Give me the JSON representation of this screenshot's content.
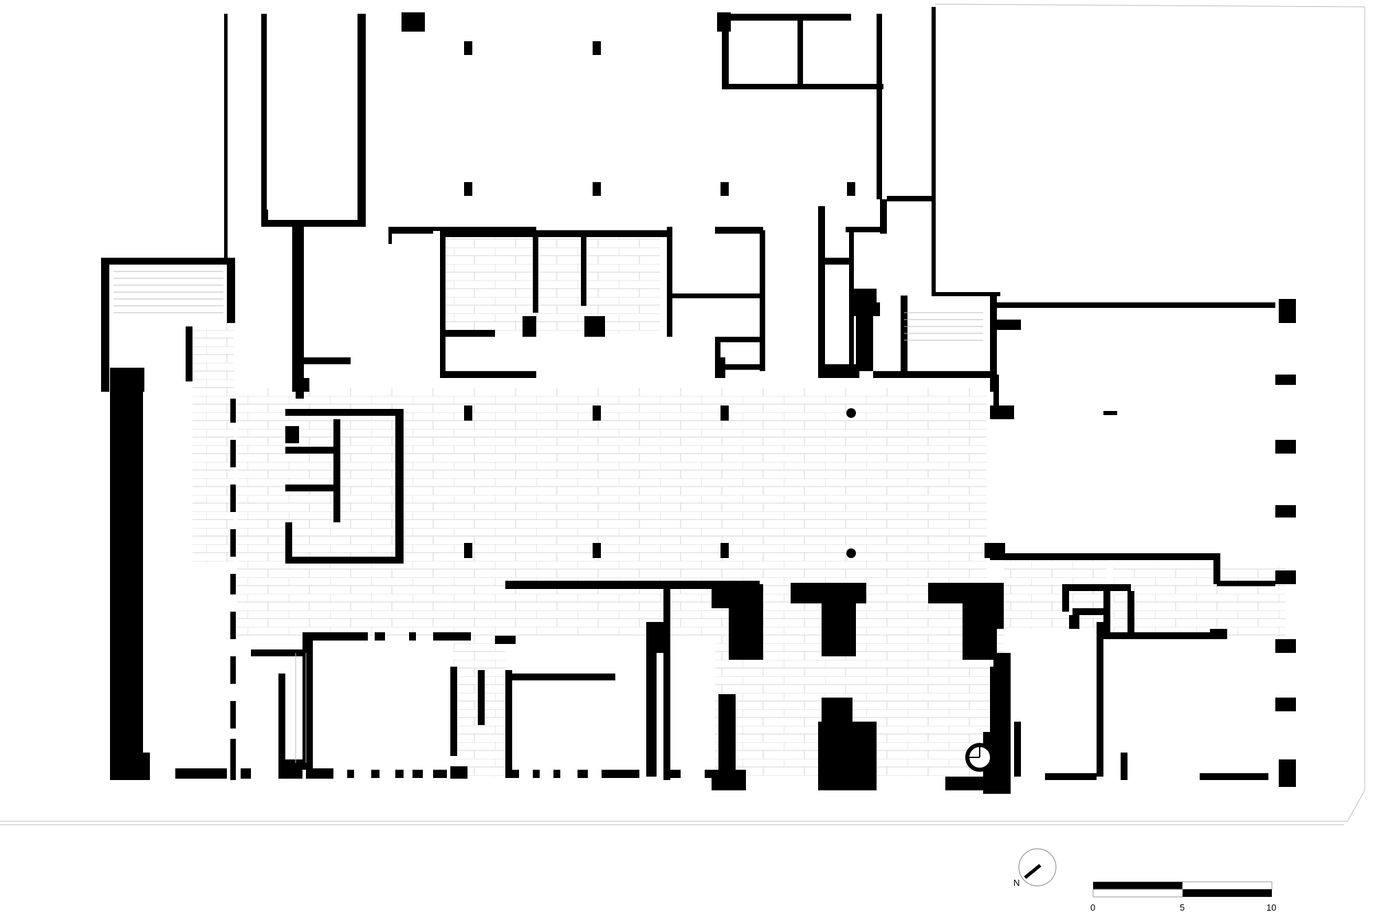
{
  "scale_bar": {
    "ticks": [
      "0",
      "5",
      "10"
    ]
  },
  "north_arrow": {
    "label": "N"
  },
  "icons": {
    "north_arrow": "north-arrow-icon",
    "scale_bar": "scale-bar-icon"
  },
  "colors": {
    "wall": "#000000",
    "background": "#ffffff",
    "hairline": "#bdbdbd"
  }
}
